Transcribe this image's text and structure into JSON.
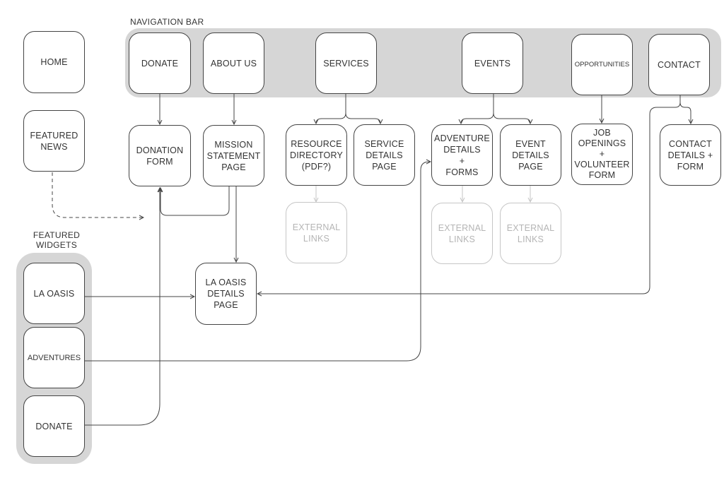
{
  "groups": {
    "navigation_bar": "NAVIGATION BAR",
    "featured_widgets": "FEATURED\nWIDGETS"
  },
  "pages": {
    "home": "HOME",
    "featured_news": "FEATURED\nNEWS",
    "donate": "DONATE",
    "about_us": "ABOUT US",
    "services": "SERVICES",
    "events": "EVENTS",
    "opportunities": "OPPORTUNITIES",
    "contact": "CONTACT",
    "donation_form": "DONATION\nFORM",
    "mission_statement": "MISSION\nSTATEMENT\nPAGE",
    "resource_directory": "RESOURCE\nDIRECTORY\n(PDF?)",
    "service_details": "SERVICE\nDETAILS\nPAGE",
    "adventure_details": "ADVENTURE\nDETAILS\n+\nFORMS",
    "event_details": "EVENT\nDETAILS\nPAGE",
    "job_openings": "JOB\nOPENINGS\n+\nVOLUNTEER\nFORM",
    "contact_details": "CONTACT\nDETAILS +\nFORM",
    "external_links_1": "EXTERNAL\nLINKS",
    "external_links_2": "EXTERNAL\nLINKS",
    "external_links_3": "EXTERNAL\nLINKS",
    "la_oasis_details": "LA OASIS\nDETAILS\nPAGE",
    "widget_la_oasis": "LA OASIS",
    "widget_adventures": "ADVENTURES",
    "widget_donate": "DONATE"
  },
  "colors": {
    "group_fill": "#d6d6d6",
    "line": "#444444",
    "faded": "#c6c6c6"
  }
}
